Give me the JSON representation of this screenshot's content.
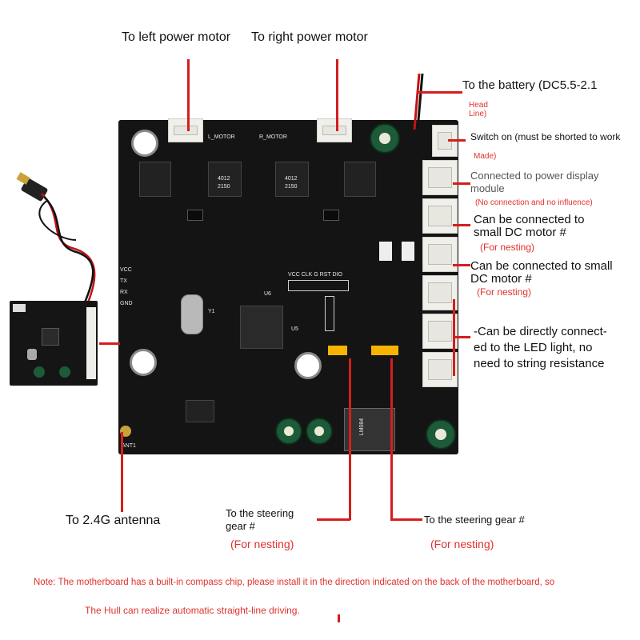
{
  "labels": {
    "left_motor": "To left power motor",
    "right_motor": "To right power motor",
    "battery": "To the battery (DC5.5-2.1",
    "head_line": "Head\nLine)",
    "switch_on": "Switch on (must be shorted to work",
    "switch_made": "Made)",
    "power_display_1": "Connected to power display",
    "power_display_2": "module",
    "power_display_note": "(No connection and no influence)",
    "dc_motor_a_1": "Can be connected to",
    "dc_motor_a_2": "small DC motor #",
    "dc_motor_a_note": "(For nesting)",
    "dc_motor_b_1": "Can be connected to small",
    "dc_motor_b_2": "DC motor #",
    "dc_motor_b_note": "(For nesting)",
    "led_1": "-Can be directly connect-",
    "led_2": "ed to the LED light, no",
    "led_3": "need to string resistance",
    "antenna": "To 2.4G antenna",
    "steering_left_1": "To the steering",
    "steering_left_2": "gear #",
    "steering_left_note": "(For nesting)",
    "steering_right": "To the steering gear #",
    "steering_right_note": "(For nesting)",
    "note": "Note: The motherboard has a built-in compass chip, please install it in the direction indicated on the back of the motherboard, so",
    "hull": "The Hull can realize automatic straight-line driving."
  },
  "board_silk": {
    "l_motor": "L_MOTOR",
    "r_motor": "R_MOTOR",
    "vcc_header": "VCC CLK G RST DIO",
    "u6": "U6",
    "u5": "U5",
    "y1": "Y1",
    "ant1": "ANT1",
    "pins": [
      "VCC",
      "TX",
      "RX",
      "GND"
    ],
    "chip_marks": [
      "4012",
      "2150"
    ],
    "reg": "LM084"
  },
  "colors": {
    "accent_red": "#e0312f",
    "pcb": "#141414",
    "pin_yellow": "#f6b400"
  }
}
